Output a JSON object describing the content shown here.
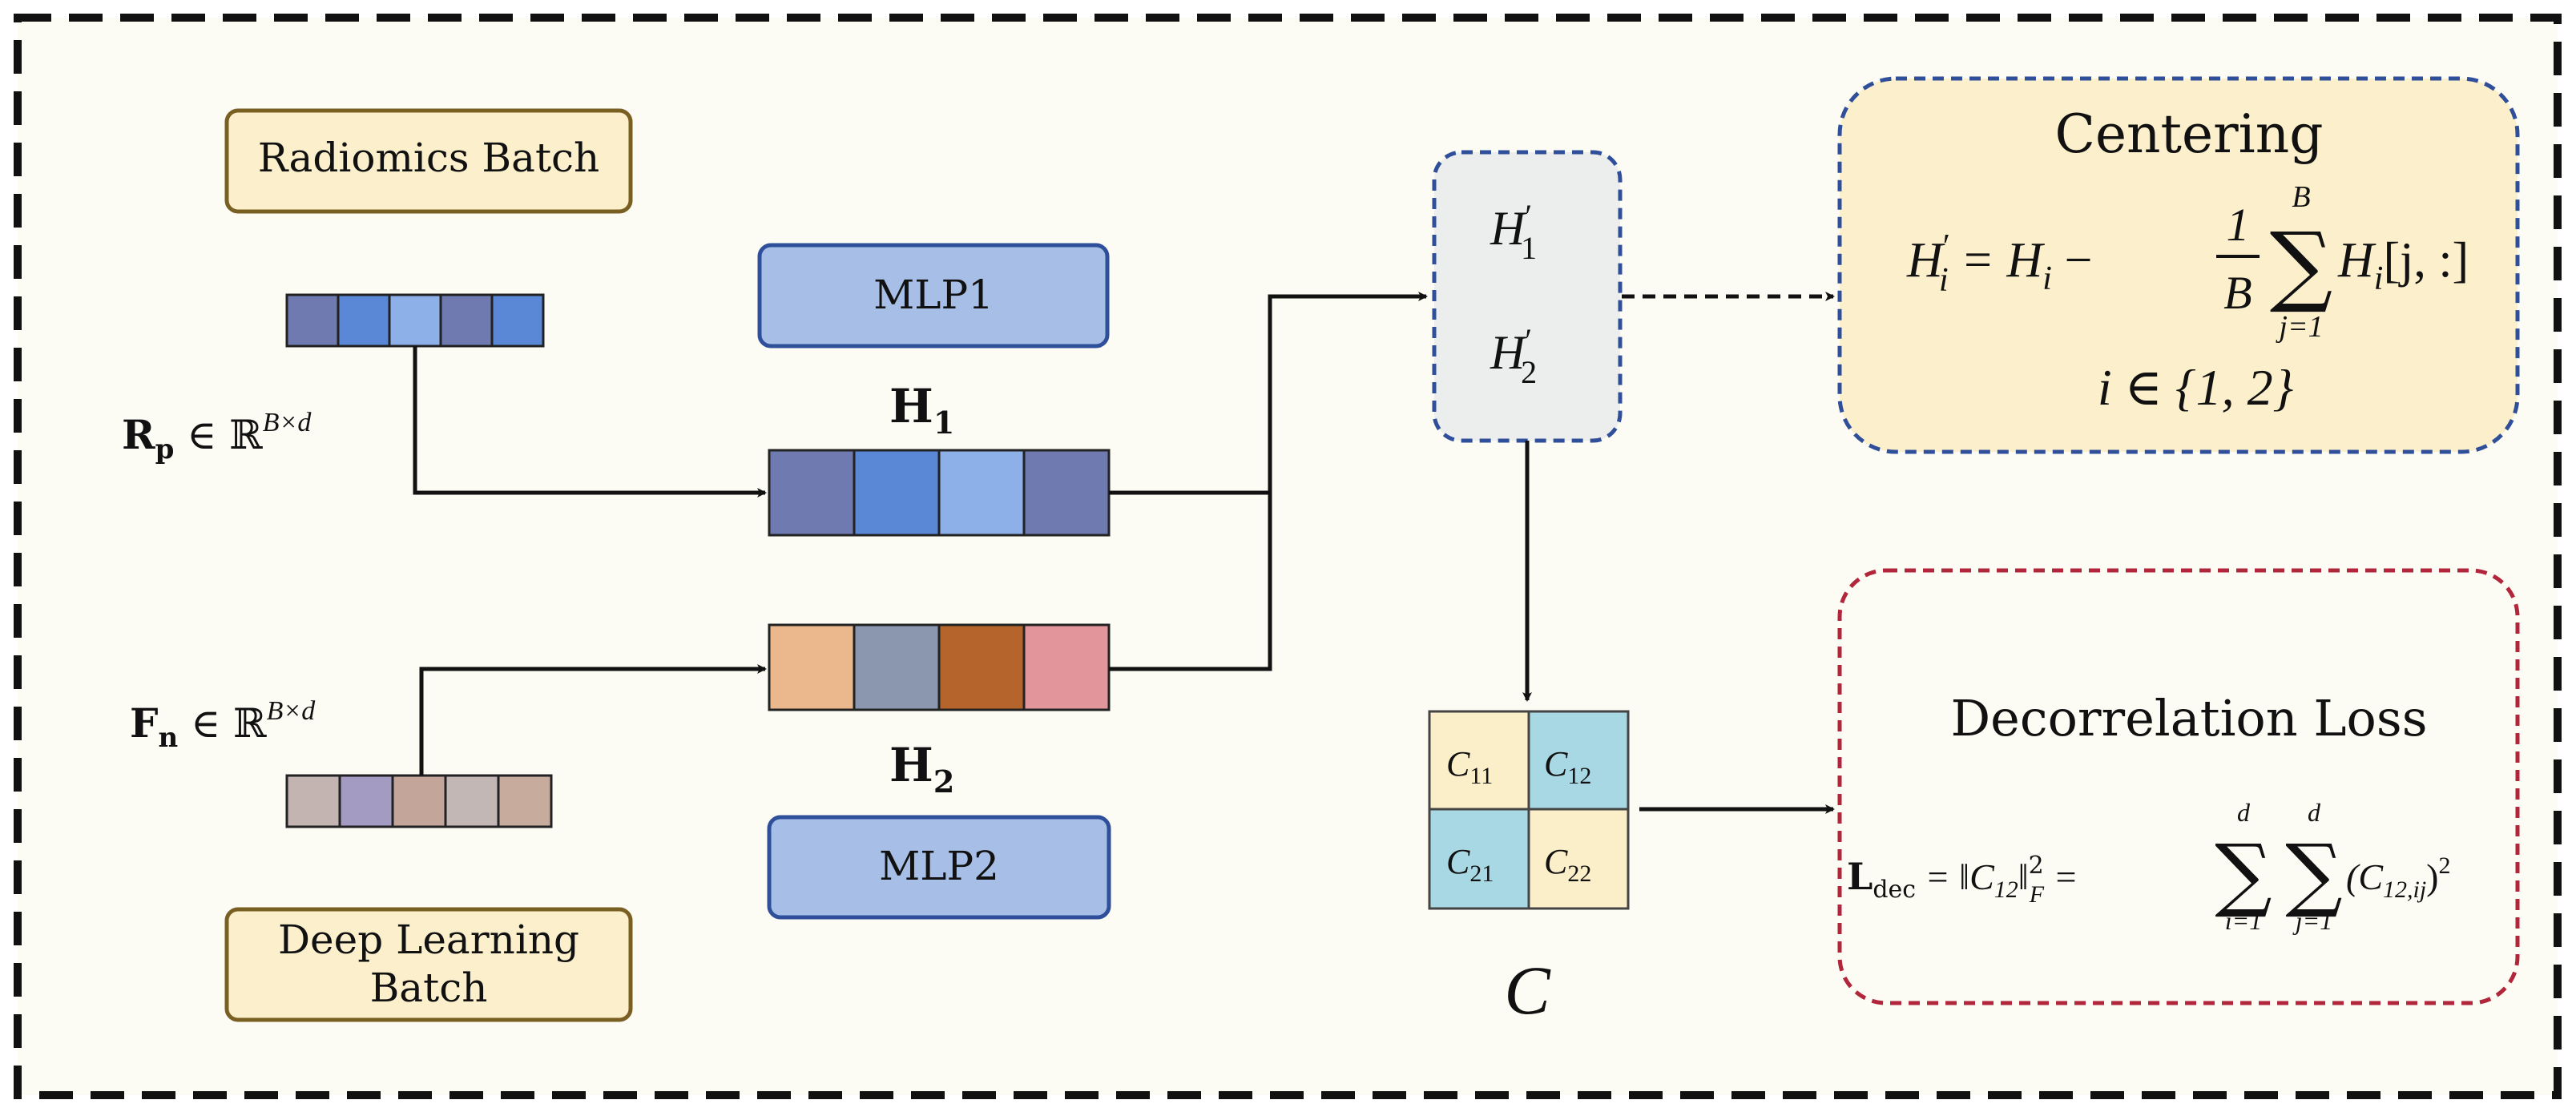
{
  "colors": {
    "background": "#fcfcf5",
    "outer_border": "#111111",
    "tan_fill": "#fcf0cc",
    "tan_stroke": "#7a5f22",
    "mlp_fill": "#a7bfe6",
    "mlp_stroke": "#2f4f9a",
    "centering_border": "#2f4f9a",
    "loss_border": "#b1263a",
    "h_box_fill": "#eceded",
    "c_diag": "#fbefc9",
    "c_offdiag": "#a8d8e3"
  },
  "labels": {
    "radiomics_batch": "Radiomics Batch",
    "deep_learning_batch_line1": "Deep Learning",
    "deep_learning_batch_line2": "Batch",
    "mlp1": "MLP1",
    "mlp2": "MLP2",
    "h1": "H",
    "h1_sub": "1",
    "h2": "H",
    "h2_sub": "2",
    "rp_symbol": "R",
    "rp_sub": "p",
    "rp_rest": " ∈ ℝ",
    "rp_sup": "B×d",
    "fn_symbol": "F",
    "fn_sub": "n",
    "fn_rest": " ∈ ℝ",
    "fn_sup": "B×d",
    "h1_prime": "H",
    "h1_prime_sub": "1",
    "h2_prime": "H",
    "h2_prime_sub": "2",
    "prime": "′",
    "c_matrix_label": "C",
    "c11": "C",
    "c11_sub": "11",
    "c12": "C",
    "c12_sub": "12",
    "c21": "C",
    "c21_sub": "21",
    "c22": "C",
    "c22_sub": "22"
  },
  "centering": {
    "title": "Centering",
    "lhs": "H",
    "lhs_sub": "i",
    "eq": " = H",
    "eq_sub": "i",
    "minus": " − ",
    "frac_num": "1",
    "frac_den": "B",
    "sum_top": "B",
    "sum_bottom": "j=1",
    "term": "H",
    "term_sub": "i",
    "term_index": "[j, :]",
    "condition": "i ∈ {1, 2}"
  },
  "loss": {
    "title": "Decorrelation Loss",
    "lhs": "L",
    "lhs_sub": "dec",
    "mid": " = ‖C",
    "mid_sub": "12",
    "norm_close": "‖",
    "norm_sup": "2",
    "norm_sub": "F",
    "equals": " = ",
    "sum1_top": "d",
    "sum1_bottom": "i=1",
    "sum2_top": "d",
    "sum2_bottom": "j=1",
    "term": "(C",
    "term_sub": "12,ij",
    "term_close": ")",
    "term_sup": "2"
  },
  "vectors": {
    "rp_colors": [
      "#6f7bb0",
      "#5a87d6",
      "#8db0e8",
      "#6f7bb0",
      "#5a87d6"
    ],
    "fn_colors": [
      "#c3b3b1",
      "#a49bc3",
      "#c4a599",
      "#c3b7b5",
      "#c7ab9d"
    ],
    "h1_colors": [
      "#6f7bb0",
      "#5a87d6",
      "#8db0e8",
      "#6f7bb0"
    ],
    "h2_colors": [
      "#ebb78c",
      "#8b97ae",
      "#b5652b",
      "#e2969c"
    ]
  }
}
